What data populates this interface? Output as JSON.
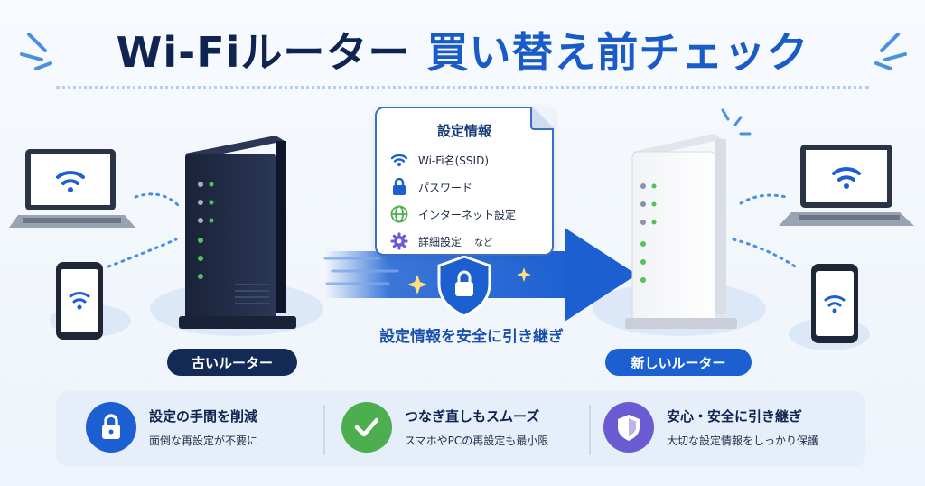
{
  "title": {
    "part1": "Wi-Fiルーター",
    "part2": "買い替え前チェック"
  },
  "settings_card": {
    "title": "設定情報",
    "items": [
      {
        "icon": "wifi-icon",
        "label": "Wi-Fi名(SSID)",
        "suffix": ""
      },
      {
        "icon": "lock-icon",
        "label": "パスワード",
        "suffix": ""
      },
      {
        "icon": "globe-icon",
        "label": "インターネット設定",
        "suffix": ""
      },
      {
        "icon": "gear-icon",
        "label": "詳細設定",
        "suffix": "など"
      }
    ]
  },
  "transfer_caption": "設定情報を安全に引き継ぎ",
  "old_router_label": "古いルーター",
  "new_router_label": "新しいルーター",
  "features": [
    {
      "icon": "lock-icon",
      "title": "設定の手間を削減",
      "desc": "面倒な再設定が不要に"
    },
    {
      "icon": "check-icon",
      "title": "つなぎ直しもスムーズ",
      "desc": "スマホやPCの再設定も最小限"
    },
    {
      "icon": "shield-icon",
      "title": "安心・安全に引き継ぎ",
      "desc": "大切な設定情報をしっかり保護"
    }
  ],
  "colors": {
    "navy": "#132a55",
    "blue": "#1b5fd1",
    "green": "#4cae4f",
    "purple": "#6b5bd2"
  }
}
